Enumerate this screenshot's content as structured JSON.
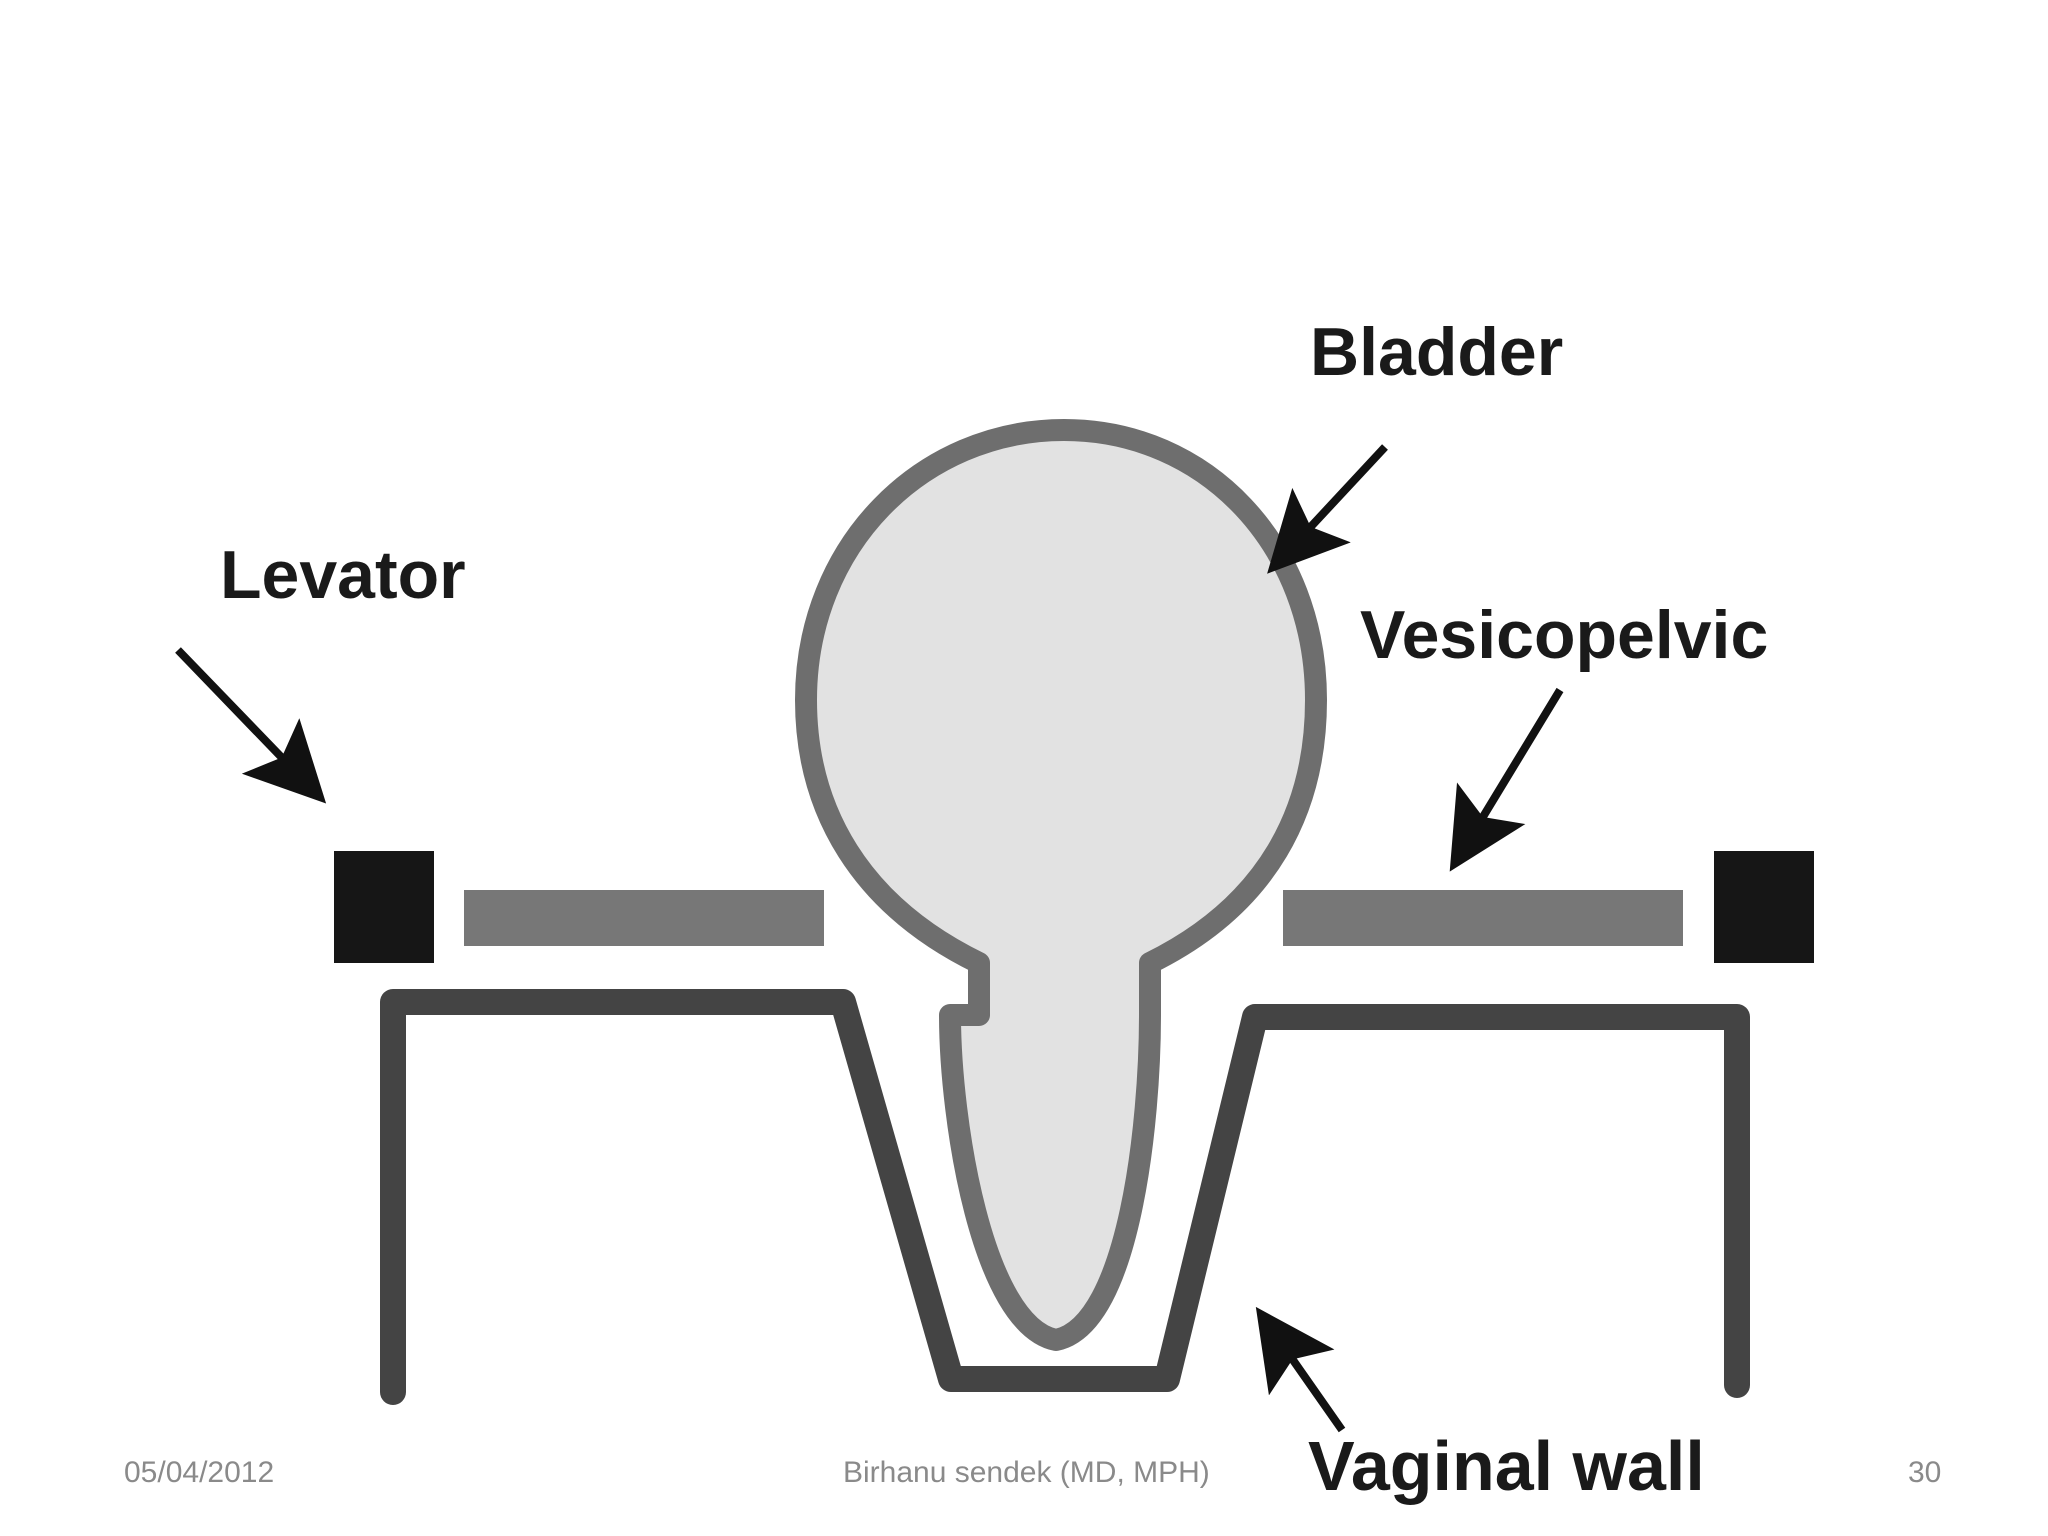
{
  "diagram": {
    "labels": {
      "bladder": "Bladder",
      "levator": "Levator",
      "vesicopelvic": "Vesicopelvic",
      "vaginal_wall": "Vaginal wall"
    },
    "colors": {
      "background": "#ffffff",
      "bladder_fill": "#e2e2e2",
      "bladder_outline": "#6e6e6e",
      "fascia": "#777777",
      "levator": "#161616",
      "vaginal_wall": "#444444",
      "arrow": "#111111"
    }
  },
  "footer": {
    "date": "05/04/2012",
    "author": "Birhanu sendek (MD, MPH)",
    "page": "30"
  }
}
